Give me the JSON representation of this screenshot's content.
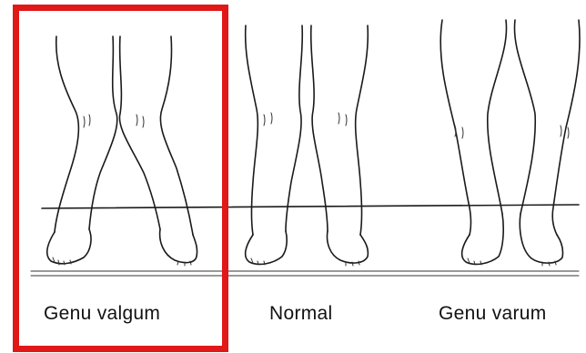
{
  "figure": {
    "captions": {
      "valgum": "Genu valgum",
      "normal": "Normal",
      "varum": "Genu varum"
    },
    "highlight_color": "#e01818",
    "highlighted_panel": "Genu valgum"
  }
}
